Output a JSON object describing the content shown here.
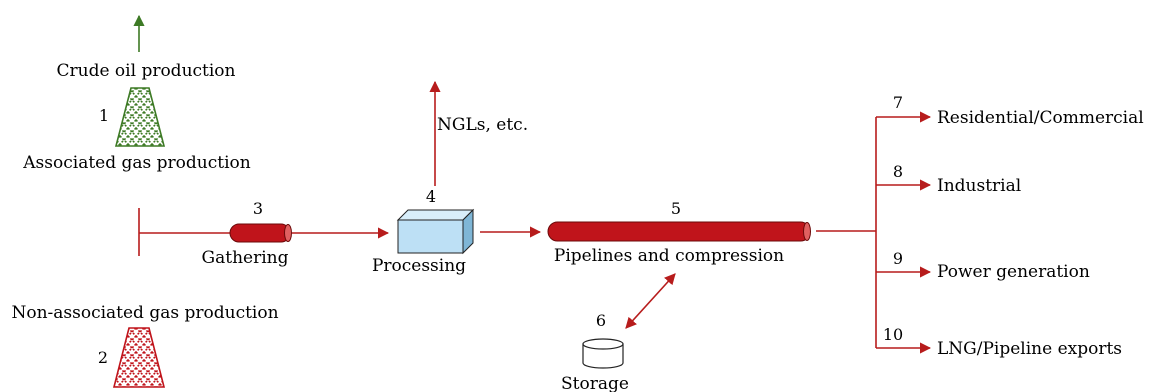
{
  "labels": {
    "crude_oil": "Crude oil production",
    "associated_gas": "Associated gas production",
    "non_associated_gas": "Non-associated gas production",
    "gathering": "Gathering",
    "processing": "Processing",
    "ngls": "NGLs, etc.",
    "pipelines": "Pipelines and compression",
    "storage": "Storage",
    "residential": "Residential/Commercial",
    "industrial": "Industrial",
    "power": "Power generation",
    "lng": "LNG/Pipeline exports"
  },
  "numbers": {
    "n1": "1",
    "n2": "2",
    "n3": "3",
    "n4": "4",
    "n5": "5",
    "n6": "6",
    "n7": "7",
    "n8": "8",
    "n9": "9",
    "n10": "10"
  },
  "colors": {
    "red": "#b71c1c",
    "pipe_red": "#c0141b",
    "green": "#3d7a25",
    "box_fill": "#bde0f5"
  },
  "icons": {
    "well_1": "oil-derrick-icon",
    "well_2": "gas-derrick-icon",
    "processing": "processing-plant-icon",
    "storage": "storage-tank-icon"
  }
}
